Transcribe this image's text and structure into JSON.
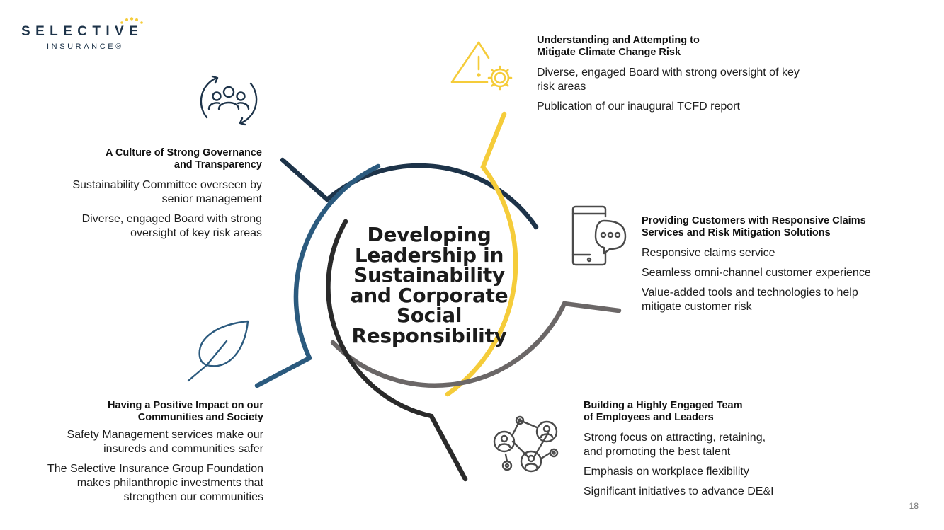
{
  "logo": {
    "name": "SELECTIVE",
    "sub": "INSURANCE®"
  },
  "center": {
    "title": "Developing Leadership in Sustainability and Corporate Social Responsibility"
  },
  "sections": {
    "governance": {
      "title_1": "A Culture of Strong Governance",
      "title_2": "and Transparency",
      "item_1a": "Sustainability Committee overseen by",
      "item_1b": "senior management",
      "item_2a": "Diverse, engaged Board with strong",
      "item_2b": "oversight of key risk areas",
      "icon": "people-circle-icon"
    },
    "climate": {
      "title_1": "Understanding and Attempting to",
      "title_2": "Mitigate Climate Change Risk",
      "item_1a": "Diverse, engaged Board with strong oversight of key",
      "item_1b": "risk areas",
      "item_2": "Publication of our inaugural TCFD report",
      "icon": "warning-gear-icon"
    },
    "customers": {
      "title_1": "Providing Customers with Responsive Claims",
      "title_2": "Services and Risk Mitigation Solutions",
      "item_1": "Responsive claims service",
      "item_2": "Seamless omni-channel customer experience",
      "item_3a": "Value-added tools and technologies to help",
      "item_3b": "mitigate customer risk",
      "icon": "phone-chat-icon"
    },
    "team": {
      "title_1": "Building a Highly Engaged Team",
      "title_2": "of Employees and Leaders",
      "item_1a": "Strong focus on attracting, retaining,",
      "item_1b": "and promoting the best talent",
      "item_2": "Emphasis on workplace flexibility",
      "item_3": "Significant initiatives to advance DE&I",
      "icon": "network-people-icon"
    },
    "community": {
      "title_1": "Having a Positive Impact on our",
      "title_2": "Communities and Society",
      "item_1a": "Safety Management services make our",
      "item_1b": "insureds and communities safer",
      "item_2a": "The Selective Insurance Group Foundation",
      "item_2b": "makes philanthropic investments that",
      "item_2c": "strengthen our communities",
      "icon": "leaf-icon"
    }
  },
  "page": {
    "number": "18"
  },
  "colors": {
    "navy": "#1d3349",
    "blue": "#2b5a7e",
    "yellow": "#f5cc3a",
    "gray": "#6b6767",
    "dark": "#2a2a2a"
  }
}
